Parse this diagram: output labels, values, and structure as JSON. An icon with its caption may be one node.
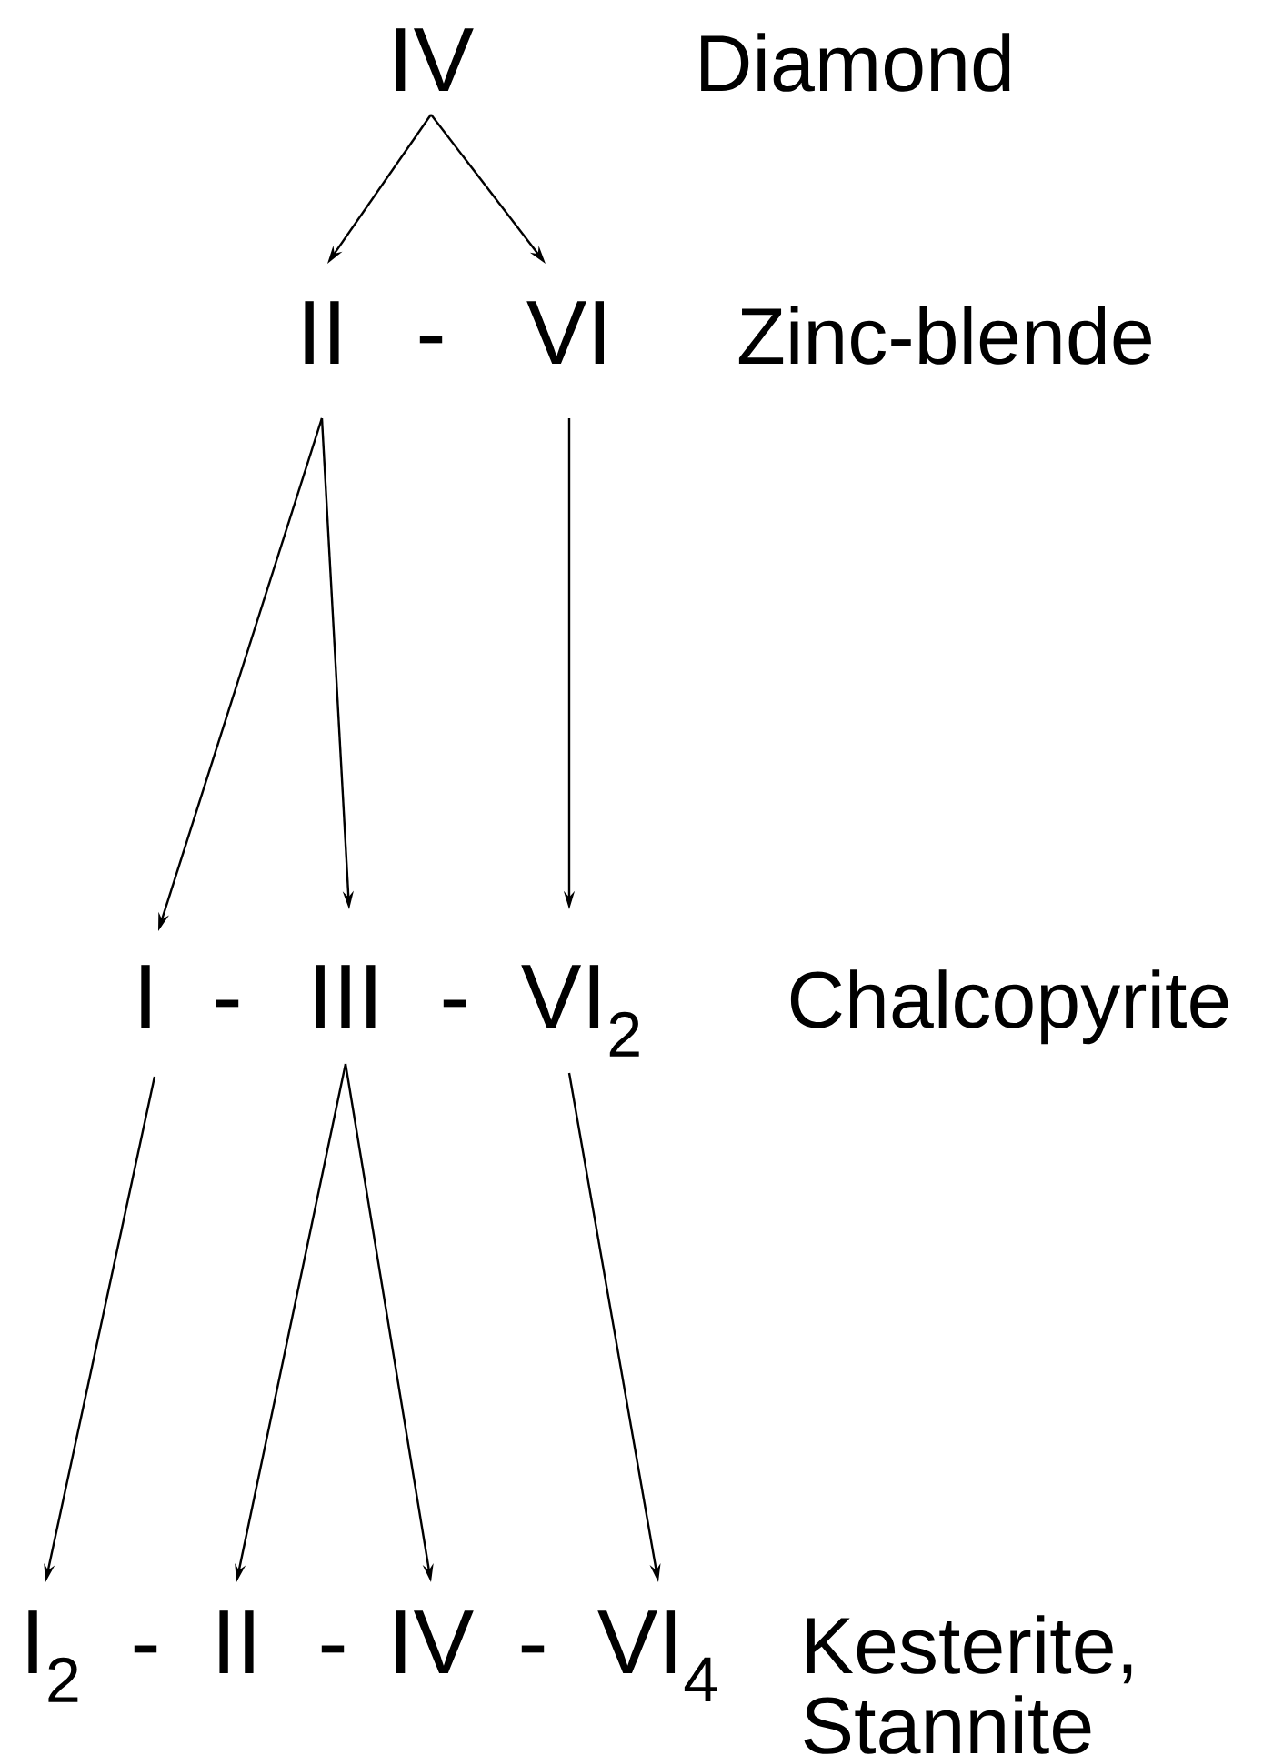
{
  "diagram": {
    "nodes": [
      {
        "text": [
          "IV"
        ]
      },
      {
        "text": [
          "II"
        ]
      },
      {
        "text": [
          "VI"
        ]
      },
      {
        "text": [
          "I"
        ]
      },
      {
        "text": [
          "III"
        ]
      },
      {
        "text": [
          "VI$_{2}$"
        ]
      },
      {
        "text": [
          "I$_{2}$"
        ]
      },
      {
        "text": [
          "II"
        ]
      },
      {
        "text": [
          "IV"
        ]
      },
      {
        "text": [
          "VI$_{4}$"
        ]
      }
    ],
    "edges": [
      {
        "from": 0,
        "to": 1,
        "arrow": "to"
      },
      {
        "from": 0,
        "to": 2,
        "arrow": "to"
      },
      {
        "from": 1,
        "to": 3,
        "arrow": "to"
      },
      {
        "from": 1,
        "to": 4,
        "arrow": "to"
      },
      {
        "from": 2,
        "to": 5,
        "arrow": "to"
      },
      {
        "from": 3,
        "to": 6,
        "arrow": "to"
      },
      {
        "from": 4,
        "to": 7,
        "arrow": "to"
      },
      {
        "from": 4,
        "to": 8,
        "arrow": "to"
      },
      {
        "from": 5,
        "to": 9,
        "arrow": "to"
      }
    ],
    "labels": [
      "Diamond",
      "-",
      "Zinc-blende",
      "-",
      "-",
      "Chalcopyrite",
      "-",
      "-",
      "-",
      "Kesterite, Stannite"
    ]
  }
}
